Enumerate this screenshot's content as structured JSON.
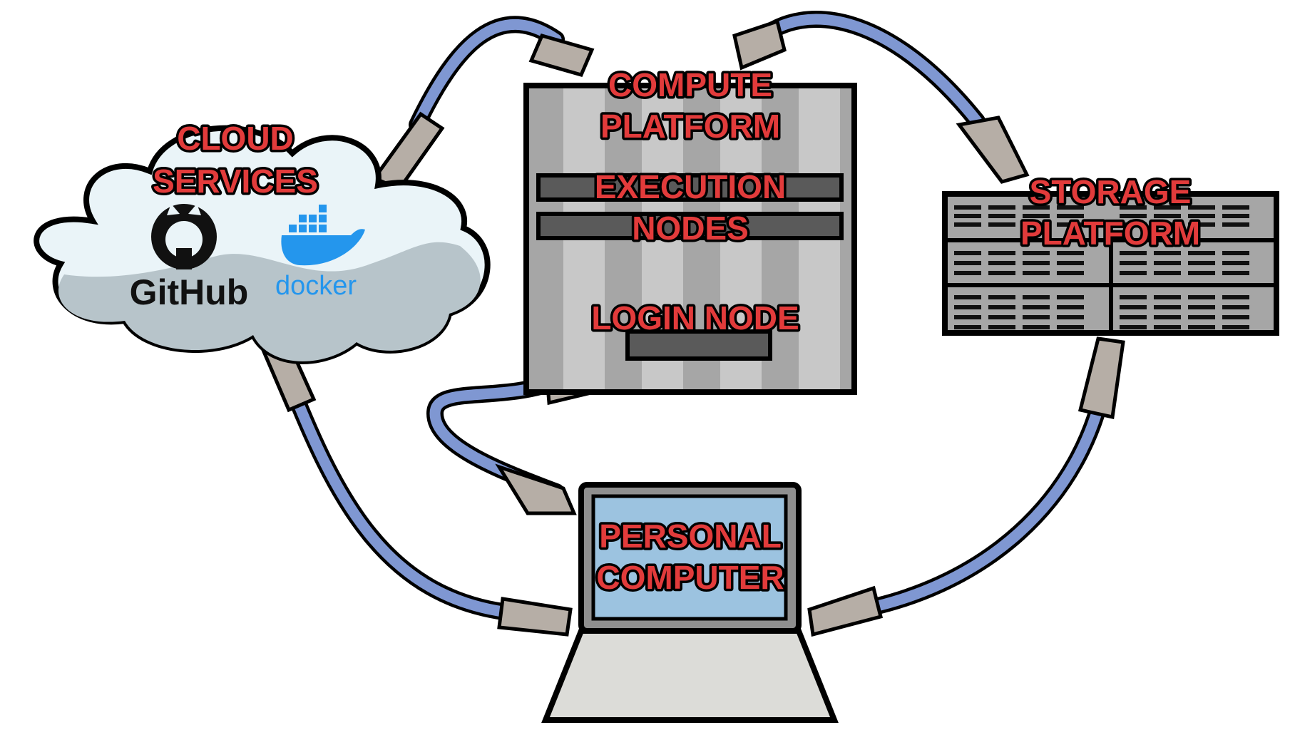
{
  "nodes": {
    "cloud": {
      "label_lines": [
        "CLOUD",
        "SERVICES"
      ],
      "logos": {
        "github": "GitHub",
        "docker": "docker"
      }
    },
    "compute": {
      "label_lines": [
        "COMPUTE",
        "PLATFORM"
      ],
      "execution_lines": [
        "EXECUTION",
        "NODES"
      ],
      "login": "LOGIN NODE"
    },
    "storage": {
      "label_lines": [
        "STORAGE",
        "PLATFORM"
      ]
    },
    "personal": {
      "label_lines": [
        "PERSONAL",
        "COMPUTER"
      ]
    }
  },
  "colors": {
    "label_fill": "#e23b3b",
    "cable": "#7f97d2",
    "plug": "#b6aea6",
    "cloud_fill": "#eaf4f8",
    "cloud_shade": "#b7c4ca",
    "server": "#a6a6a6",
    "screen": "#9cc3e0"
  }
}
